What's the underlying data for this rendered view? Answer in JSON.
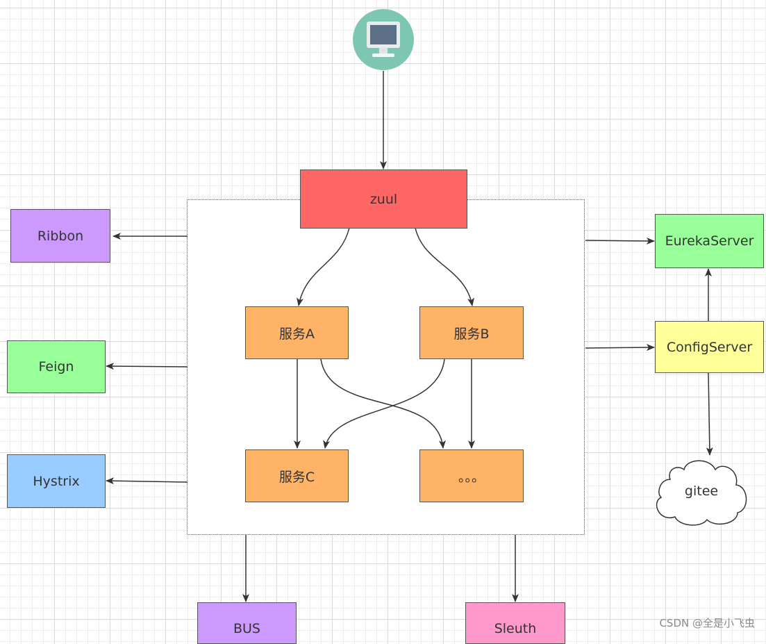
{
  "colors": {
    "zuul": "#ff6666",
    "service": "#ffb366",
    "ribbon": "#cc99ff",
    "feign": "#99ff99",
    "hystrix": "#99ccff",
    "eureka": "#99ff99",
    "config": "#ffff99",
    "bus": "#cc99ff",
    "sleuth": "#ff99cc",
    "client_icon": "#7cc6b2"
  },
  "icons": {
    "client": "desktop-monitor-icon",
    "repo": "cloud-icon"
  },
  "nodes": {
    "zuul": "zuul",
    "service_a": "服务A",
    "service_b": "服务B",
    "service_c": "服务C",
    "service_more": "。。。",
    "ribbon": "Ribbon",
    "feign": "Feign",
    "hystrix": "Hystrix",
    "eureka": "EurekaServer",
    "config": "ConfigServer",
    "gitee": "gitee",
    "bus": "BUS",
    "sleuth": "Sleuth"
  },
  "watermark": "CSDN @全是小飞虫"
}
